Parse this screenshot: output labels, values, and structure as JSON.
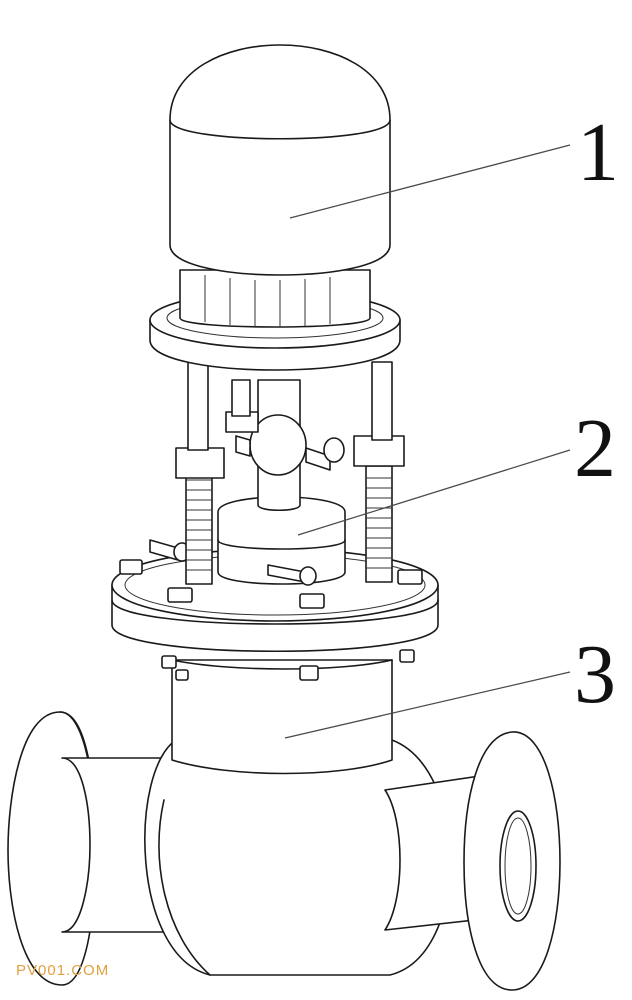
{
  "callouts": [
    {
      "label": "1"
    },
    {
      "label": "2"
    },
    {
      "label": "3"
    }
  ],
  "watermark": "PV001.COM"
}
